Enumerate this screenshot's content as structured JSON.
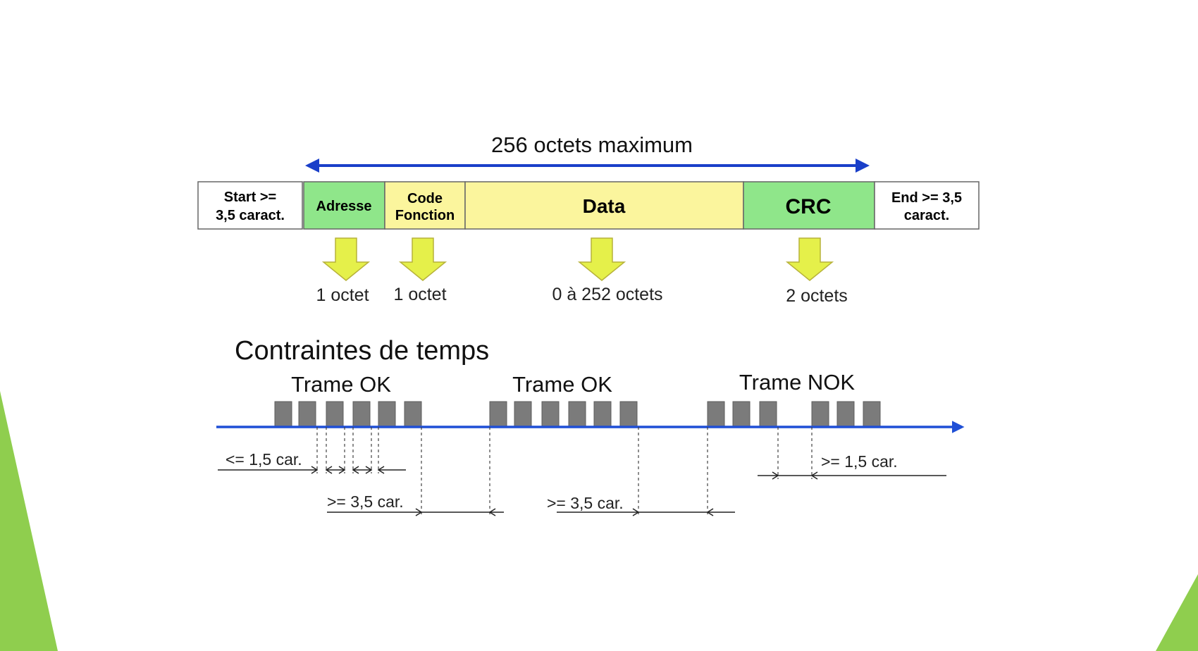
{
  "frame": {
    "max_label": "256 octets maximum",
    "segments": [
      {
        "id": "start",
        "lines": [
          "Start  >=",
          "3,5 caract."
        ],
        "fill": "#ffffff"
      },
      {
        "id": "adresse",
        "lines": [
          "Adresse"
        ],
        "fill": "#8fe68a"
      },
      {
        "id": "code",
        "lines": [
          "Code",
          "Fonction"
        ],
        "fill": "#fbf59d"
      },
      {
        "id": "data",
        "lines": [
          "Data"
        ],
        "fill": "#fbf59d"
      },
      {
        "id": "crc",
        "lines": [
          "CRC"
        ],
        "fill": "#8fe68a"
      },
      {
        "id": "end",
        "lines": [
          "End >= 3,5",
          "caract."
        ],
        "fill": "#ffffff"
      }
    ],
    "size_labels": [
      "1 octet",
      "1 octet",
      "0 à 252 octets",
      "2 octets"
    ]
  },
  "timing": {
    "title": "Contraintes de temps",
    "frame_titles": [
      "Trame OK",
      "Trame OK",
      "Trame NOK"
    ],
    "annotations": {
      "le_1_5": "<= 1,5 car.",
      "ge_3_5_first": ">= 3,5 car.",
      "ge_3_5_second": ">= 3,5 car.",
      "ge_1_5": ">= 1,5 car."
    }
  },
  "colors": {
    "arrow_blue": "#1a3fc9",
    "timeline_blue": "#1f4fd6",
    "char_block": "#7b7b7b",
    "down_arrow": "#e5f04a",
    "slide_green": "#8fce4e"
  }
}
